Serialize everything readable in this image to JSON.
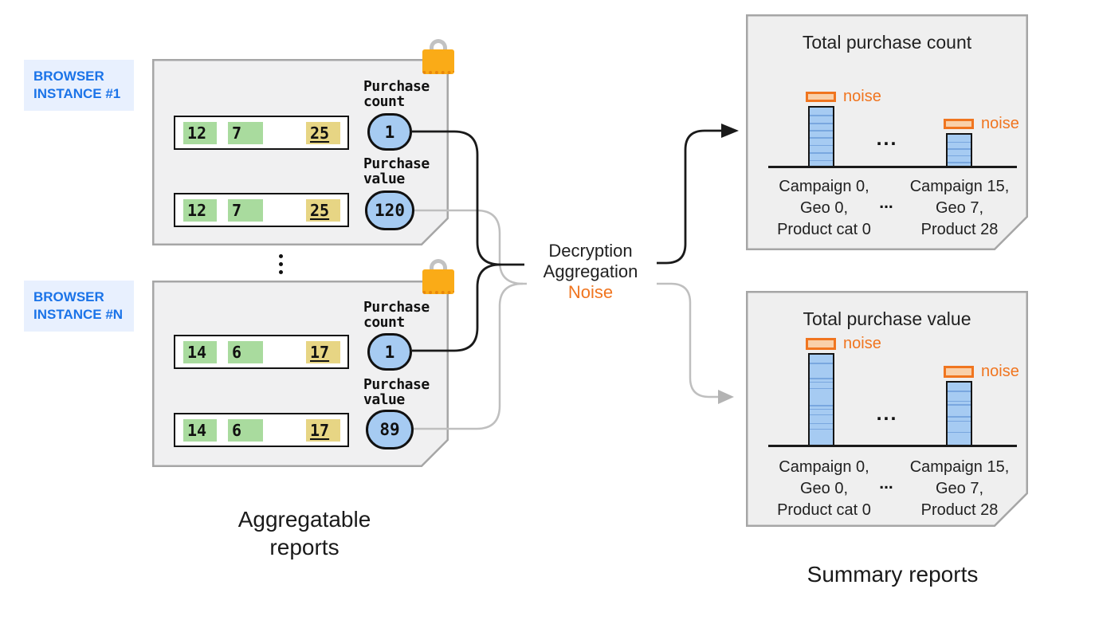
{
  "instances": [
    {
      "label_lines": [
        "BROWSER",
        "INSTANCE #1"
      ],
      "rows": [
        [
          "12",
          "7",
          "25"
        ],
        [
          "12",
          "7",
          "25"
        ]
      ],
      "count_label": "Purchase count",
      "count_value": "1",
      "value_label": "Purchase value",
      "value_value": "120"
    },
    {
      "label_lines": [
        "BROWSER",
        "INSTANCE #N"
      ],
      "rows": [
        [
          "14",
          "6",
          "17"
        ],
        [
          "14",
          "6",
          "17"
        ]
      ],
      "count_label": "Purchase count",
      "count_value": "1",
      "value_label": "Purchase value",
      "value_value": "89"
    }
  ],
  "process": {
    "lines": [
      "Decryption",
      "Aggregation",
      "Noise"
    ]
  },
  "summary_reports": [
    {
      "title": "Total purchase count",
      "bars_separator": "...",
      "labels_separator": "...",
      "bars": [
        {
          "noise_label": "noise",
          "height": 77,
          "noise_height": 13,
          "stripes": [
            13,
            26,
            39,
            51,
            64,
            77,
            90
          ],
          "label_lines": [
            "Campaign 0,",
            "Geo 0,",
            "Product cat 0"
          ]
        },
        {
          "noise_label": "noise",
          "height": 43,
          "noise_height": 13,
          "stripes": [
            22,
            44,
            66,
            88
          ],
          "label_lines": [
            "Campaign 15,",
            "Geo 7,",
            "Product 28"
          ]
        }
      ]
    },
    {
      "title": "Total purchase value",
      "bars_separator": "...",
      "labels_separator": "...",
      "bars": [
        {
          "noise_label": "noise",
          "height": 117,
          "noise_height": 15,
          "stripes": [
            9,
            26,
            30,
            37,
            56,
            60,
            66,
            76,
            82
          ],
          "label_lines": [
            "Campaign 0,",
            "Geo 0,",
            "Product cat 0"
          ]
        },
        {
          "noise_label": "noise",
          "height": 82,
          "noise_height": 15,
          "stripes": [
            13,
            29,
            35,
            54,
            61,
            79
          ],
          "label_lines": [
            "Campaign 15,",
            "Geo 7,",
            "Product 28"
          ]
        }
      ]
    }
  ],
  "captions": {
    "aggregatable": "Aggregatable reports",
    "summary": "Summary reports"
  },
  "colors": {
    "browser_label_text": "#1A73E8",
    "browser_label_bg": "#E8F0FE",
    "cell_green": "#A9DB9E",
    "cell_yellow": "#E7D584",
    "bubble_blue": "#A6CBF2",
    "bar_stripe_blue": "#79A7DF",
    "noise_orange": "#F0751F",
    "noise_fill": "#F9D0A9",
    "lock_orange": "#FAAB17",
    "doc_fill": "#F0F0F1",
    "doc_border": "#A6A6A6",
    "connector_black": "#1A1A1A",
    "connector_gray": "#BFBFBF"
  }
}
